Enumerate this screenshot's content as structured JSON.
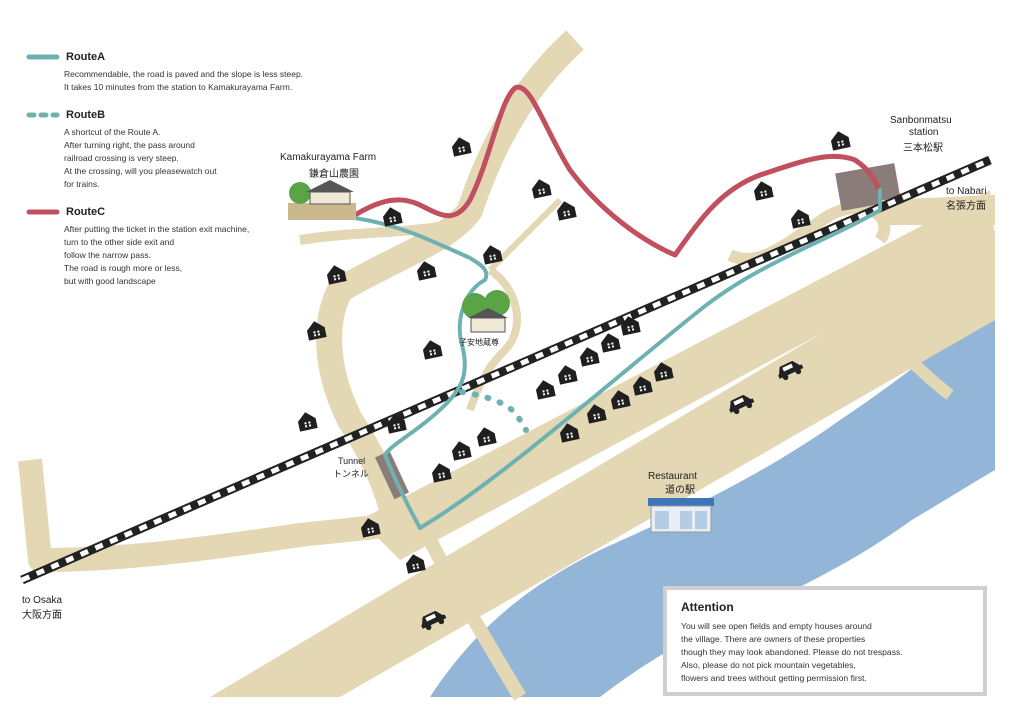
{
  "colors": {
    "road": "#e3d7b4",
    "river": "#93b6d8",
    "route_a": "#6fb1b1",
    "route_b": "#6fb1b1",
    "route_c": "#c0505f",
    "rail_dark": "#222222",
    "house": "#1f1f1f"
  },
  "legend": {
    "items": [
      {
        "key": "route-a",
        "title": "RouteA",
        "style": "solid-teal",
        "lines": [
          "Recommendable, the road is paved and the slope is less steep.",
          "It takes 10 minutes from the station to Kamakurayama Farm."
        ]
      },
      {
        "key": "route-b",
        "title": "RouteB",
        "style": "dotted-teal",
        "lines": [
          "A shortcut of the Route A.",
          "After turning right, the pass around",
          "railroad crossing is very steep.",
          "At the crossing, will you pleasewatch out",
          "for trains."
        ]
      },
      {
        "key": "route-c",
        "title": "RouteC",
        "style": "solid-red",
        "lines": [
          "After putting the ticket in the station exit machine,",
          "turn to the other side exit and",
          "follow the narrow pass.",
          "The road is rough more or less,",
          "but with good landscape"
        ]
      }
    ]
  },
  "places": {
    "farm_en": "Kamakurayama Farm",
    "farm_jp": "鎌倉山農園",
    "station_en_1": "Sanbonmatsu",
    "station_en_2": "station",
    "station_jp": "三本松駅",
    "nabari_en": "to Nabari",
    "nabari_jp": "名張方面",
    "osaka_en": "to Osaka",
    "osaka_jp": "大阪方面",
    "tunnel_en": "Tunnel",
    "tunnel_jp": "トンネル",
    "shrine_jp": "子安地蔵尊",
    "restaurant_en": "Restaurant",
    "restaurant_jp": "道の駅"
  },
  "attention": {
    "title": "Attention",
    "lines": [
      "You will see open fields and empty houses around",
      "the village. There are owners of these properties",
      "though they may look abandoned. Please do not trespass.",
      "Also, please do not pick mountain vegetables,",
      "flowers and trees without getting permission first."
    ]
  },
  "icons": {
    "house": "house-icon",
    "car": "car-icon",
    "tree": "tree-icon",
    "shrine": "shrine-icon",
    "restaurant": "restaurant-building-icon",
    "farm": "farm-building-icon"
  }
}
